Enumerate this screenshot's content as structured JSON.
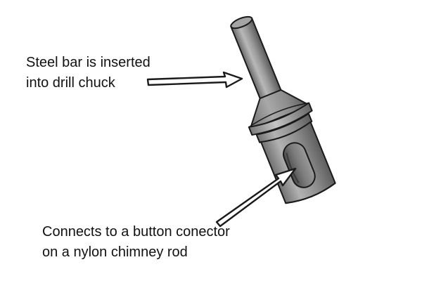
{
  "labels": {
    "steel_bar": {
      "line1": "Steel bar is inserted",
      "line2": "into drill chuck"
    },
    "connector": {
      "line1": "Connects to a button conector",
      "line2": "on a nylon chimney rod"
    }
  },
  "colors": {
    "metal_light": "#c8c8c8",
    "metal_mid": "#9a9a9a",
    "metal_dark": "#5a5a5a",
    "outline": "#1a1a1a",
    "arrow_fill": "#ffffff"
  },
  "icons": {
    "tool": "chimney-rod-drill-adaptor-icon",
    "arrow": "pointer-arrow-icon"
  }
}
